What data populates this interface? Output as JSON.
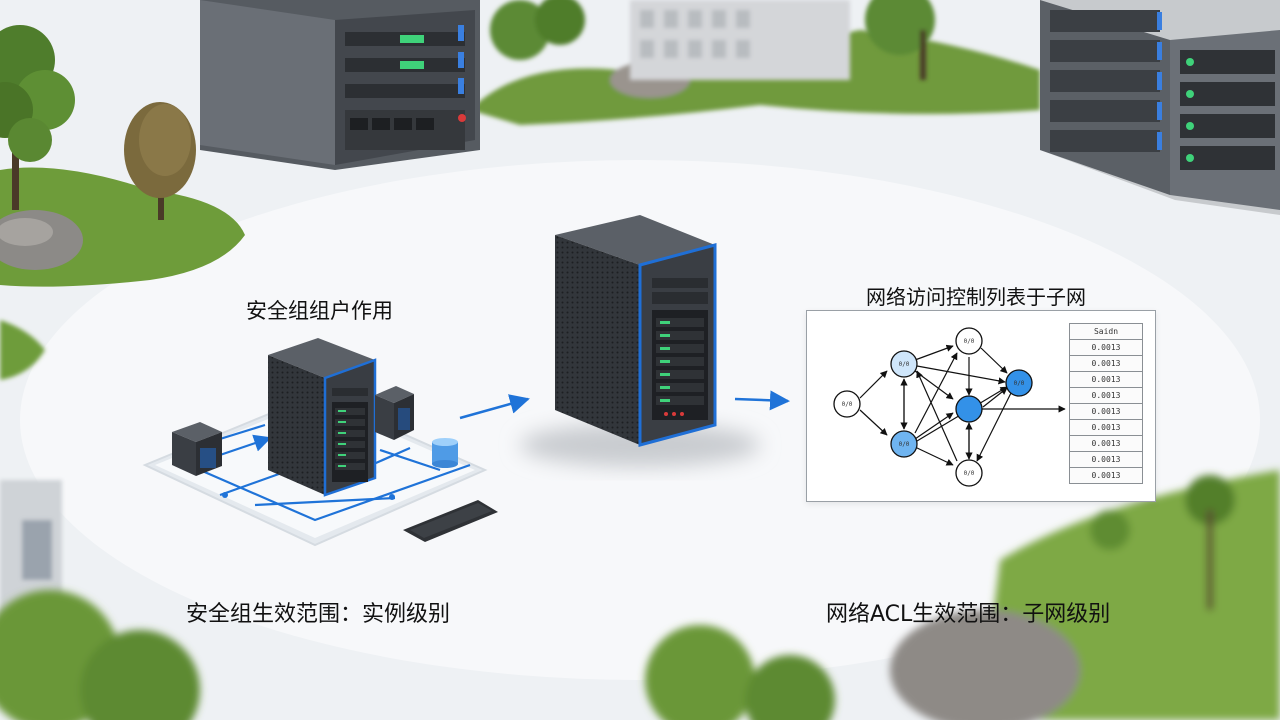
{
  "labels": {
    "sg_title": "安全组组户作用",
    "sg_scope": "安全组生效范围：实例级别",
    "acl_title": "网络访问控制列表于子网",
    "acl_scope": "网络ACL生效范围：子网级别"
  },
  "acl_diagram": {
    "node_labels": [
      "0/0",
      "0/0",
      "0/0",
      "0/0",
      "0/0",
      "0/0"
    ],
    "table_header": "Saidn",
    "table_rows": [
      "0.0013",
      "0.0013",
      "0.0013",
      "0.0013",
      "0.0013",
      "0.0013",
      "0.0013",
      "0.0013",
      "0.0013"
    ]
  },
  "colors": {
    "accent_blue": "#1f73d8",
    "node_fill_light": "#cfe6fb",
    "node_fill_mid": "#6fb4f0",
    "node_fill_dark": "#3391e8",
    "server_body": "#3a3e44",
    "server_trim": "#1f6fd6",
    "led_green": "#3fd27a"
  }
}
